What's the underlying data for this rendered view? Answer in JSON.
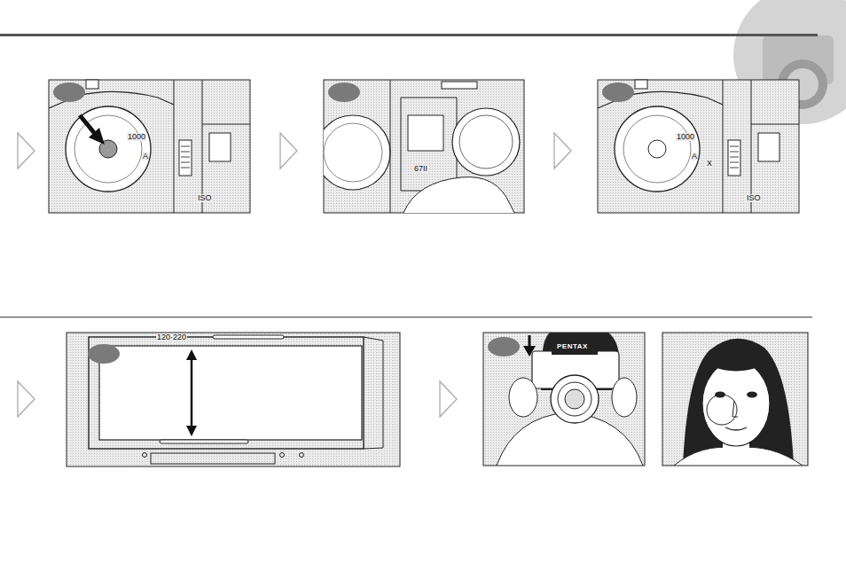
{
  "diagram": {
    "labels": [
      "1000",
      "A",
      "ISO",
      "67II",
      "1000",
      "A",
      "X",
      "ISO",
      "120·220",
      "PENTAX"
    ]
  }
}
